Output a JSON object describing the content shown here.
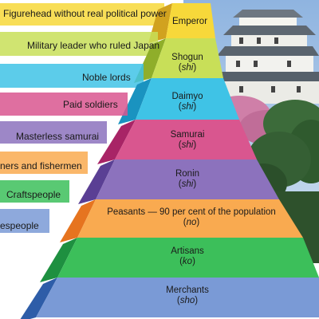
{
  "diagram": {
    "tiers": [
      {
        "name": "Emperor",
        "term": "",
        "description": "Figurehead without real political power",
        "color": "#f7d83a"
      },
      {
        "name": "Shogun",
        "term": "shi",
        "description": "Military leader who ruled Japan",
        "color": "#c8df58"
      },
      {
        "name": "Daimyo",
        "term": "shi",
        "description": "Noble lords",
        "color": "#3fc3e6"
      },
      {
        "name": "Samurai",
        "term": "shi",
        "description": "Paid soldiers",
        "color": "#d9568f"
      },
      {
        "name": "Ronin",
        "term": "shi",
        "description": "Masterless samurai",
        "color": "#8c72bd"
      },
      {
        "name": "Peasants — 90 per cent of the population",
        "term": "no",
        "description": "ners and fishermen",
        "color": "#f9aa50"
      },
      {
        "name": "Artisans",
        "term": "ko",
        "description": "Craftspeople",
        "color": "#3cbf5a"
      },
      {
        "name": "Merchants",
        "term": "sho",
        "description": "espeople",
        "color": "#7a9ad6"
      }
    ],
    "side_colors": [
      "#d1a21f",
      "#8fae2a",
      "#1a93c0",
      "#a82466",
      "#5a3f94",
      "#e6741f",
      "#1e9040",
      "#2e5da8"
    ]
  }
}
